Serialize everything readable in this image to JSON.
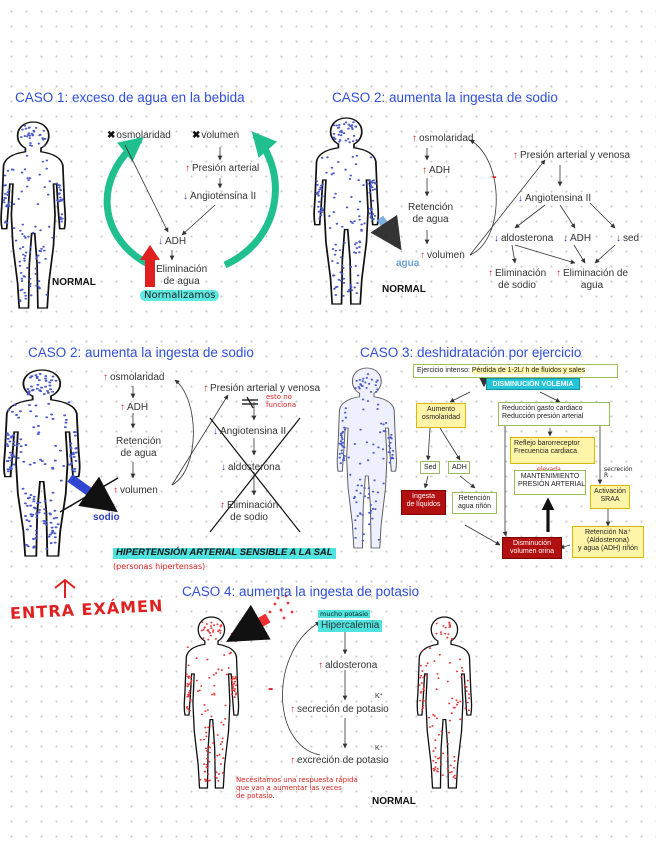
{
  "colors": {
    "title": "#2f4fd6",
    "red": "#e02020",
    "blue": "#2d3fb8",
    "green": "#1fbf8f",
    "cyan_hl": "#4fe3e0"
  },
  "caso1": {
    "title": "CASO 1: exceso de agua en la bebida",
    "normal": "NORMAL",
    "osmolaridad": "osmolaridad",
    "volumen": "volumen",
    "presion": "Presión arterial",
    "angiotensina": "Angiotensina II",
    "adh": "ADH",
    "eliminacion": "Eliminación\nde agua",
    "note": "Normalizamos"
  },
  "caso2a": {
    "title": "CASO 2: aumenta  la ingesta de sodio",
    "normal": "NORMAL",
    "agua": "agua",
    "osmolaridad": "osmolaridad",
    "adh": "ADH",
    "retencion": "Retención\nde agua",
    "volumen": "volumen",
    "minus": "-",
    "presion": "Presión arterial y venosa",
    "angiotensina": "Angiotensina II",
    "aldosterona": "aldosterona",
    "adh2": "ADH",
    "sed": "sed",
    "elim_sodio": "Eliminación\nde sodio",
    "elim_agua": "Eliminación de\nagua"
  },
  "caso2b": {
    "title": "CASO 2: aumenta  la ingesta de sodio",
    "osmolaridad": "osmolaridad",
    "adh": "ADH",
    "retencion": "Retención\nde agua",
    "volumen": "volumen",
    "presion": "Presión arterial y venosa",
    "angiotensina": "Angiotensina II",
    "aldosterona": "aldosterona",
    "eliminacion": "Eliminación\nde sodio",
    "sodio": "sodio",
    "no_funciona": "esto no\nfunciona",
    "hipertension": "HIPERTENSIÓN ARTERIAL SENSIBLE A LA SAL",
    "personas": "(personas hipertensas)",
    "entra": "ENTRA EXÁMEN"
  },
  "caso3": {
    "title": "CASO 3: deshidratación por ejercicio",
    "ejercicio_prefix": "Ejercicio intenso: ",
    "ejercicio_hl": "Pérdida de 1-2L/ h de fluidos y sales",
    "disminucion": "DISMINUCIÓN VOLEMIA",
    "aumento_osm": "Aumento\nosmolaridad",
    "reduccion1": "Reducción gasto cardiaco",
    "reduccion2": "Reducción presión arterial",
    "reflejo": "Reflejo barorreceptor",
    "frecuencia": "Frecuencia cardiaca",
    "elevada": "elevada",
    "sed": "Sed",
    "adh": "ADH",
    "mantenimiento": "MANTENIMIENTO\nPRESIÓN ARTERIAL",
    "activacion": "Activación\nSRAA",
    "ingesta": "Ingesta\nde líquidos",
    "retencion_agua": "Retención\nagua riñón",
    "disminucion_orina": "Disminución\nvolumen orina",
    "retencion_na": "Retención Na⁺\n(Aldosterona)\ny agua (ADH) riñón",
    "note": "secreción\nR"
  },
  "caso4": {
    "title": "CASO 4: aumenta  la ingesta de potasio",
    "hiper_small": "mucho potasio",
    "hipercalemia": "Hipercalemia",
    "aldosterona": "aldosterona",
    "secrecion": "secreción de potasio",
    "excrecion": "excreción de potasio",
    "minus": "-",
    "normal": "NORMAL",
    "k1": "K⁺",
    "k2": "K⁺",
    "note": "Necesitamos una respuesta rápida\nque van a aumentar las veces\nde potasio."
  }
}
